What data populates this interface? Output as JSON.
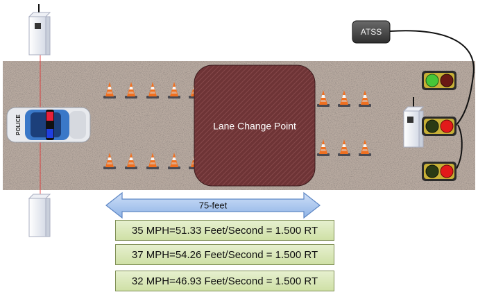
{
  "diagram": {
    "controller_label": "ATSS",
    "center_label": "Lane Change Point",
    "car_label": "POLICE",
    "distance_label": "75-feet",
    "speed_rows": [
      "35 MPH=51.33 Feet/Second = 1.500 RT",
      "37 MPH=54.26 Feet/Second = 1.500 RT",
      "32 MPH=46.93 Feet/Second = 1.500 RT"
    ],
    "colors": {
      "road": "#b8aaa0",
      "lane_box": "#6e3436",
      "cone": "#f07020",
      "arrow": "#a9c6ee",
      "speed_box": "#d7e6b5",
      "light_green": "#46c638",
      "light_red": "#e21a1a",
      "light_housing": "#c8b036"
    }
  }
}
